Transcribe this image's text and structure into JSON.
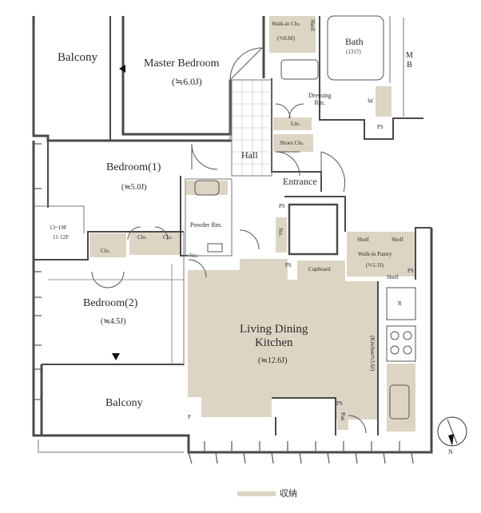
{
  "rooms": {
    "balcony_top": "Balcony",
    "master_bedroom": "Master Bedroom",
    "master_bedroom_size": "(≒6.0J)",
    "walkin_closet": "Walk-in Clo.",
    "walkin_closet_size": "(≒0.8J)",
    "shelf_vertical": "Shelf",
    "bath": "Bath",
    "bath_size": "(1317)",
    "mb": "M\nB",
    "dressing": "Dressing\nRm.",
    "washer": "W",
    "ps_bath": "PS",
    "lin": "Lin.",
    "shoes": "Shoes Clo.",
    "hall": "Hall",
    "entrance": "Entrance",
    "bedroom1": "Bedroom(1)",
    "bedroom1_size": "(≒5.0J)",
    "floors_a": "13~19F",
    "floors_b": "11·12F",
    "clo_a": "Clo.",
    "clo_b": "Clo.",
    "clo_c": "Clo.",
    "powder": "Powder Rm.",
    "sto_a": "Sto.",
    "sto_b": "Sto.",
    "ps_a": "PS",
    "ps_b": "PS",
    "ps_c": "PS",
    "ps_d": "PS",
    "shelf_a": "Shelf",
    "shelf_b": "Shelf",
    "shelf_c": "Shelf",
    "walkin_pantry": "Walk-in Pantry",
    "walkin_pantry_size": "(≒1.1J)",
    "cupboard": "Cupboard",
    "refrigerator": "R",
    "bedroom2": "Bedroom(2)",
    "bedroom2_size": "(≒4.5J)",
    "ldk": "Living Dining\nKitchen",
    "ldk_size": "(≒12.6J)",
    "kitchen_size": "(Kitchen≒3.6J)",
    "balcony_bottom": "Balcony",
    "p": "P",
    "pan": "Pan"
  },
  "compass": {
    "label": "N"
  },
  "legend": {
    "storage": "収納"
  },
  "colors": {
    "storage": "#ddd5c4",
    "wall": "#4a4a4a"
  }
}
